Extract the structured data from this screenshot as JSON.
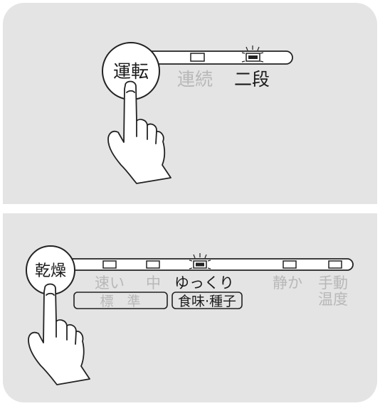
{
  "panel_top": {
    "button_label": "運転",
    "modes": [
      {
        "label": "連続",
        "lit": false
      },
      {
        "label": "二段",
        "lit": true
      }
    ]
  },
  "panel_bottom": {
    "button_label": "乾燥",
    "modes": [
      {
        "label": "速い",
        "lit": false
      },
      {
        "label": "中",
        "lit": false
      },
      {
        "label": "ゆっくり",
        "lit": true
      },
      {
        "label": "静か",
        "lit": false
      },
      {
        "label": "手動",
        "lit": false
      },
      {
        "label": "温度",
        "lit": false
      }
    ],
    "group_labels": [
      {
        "label": "標　準",
        "lit": false
      },
      {
        "label": "食味·種子",
        "lit": true
      }
    ]
  },
  "colors": {
    "panel_bg": "#e4e4e4",
    "lit_text": "#1a1a1a",
    "dim_text": "#b8b8b8",
    "outline": "#222222"
  },
  "icons": [
    "hand-press-icon",
    "indicator-lamp-icon"
  ]
}
